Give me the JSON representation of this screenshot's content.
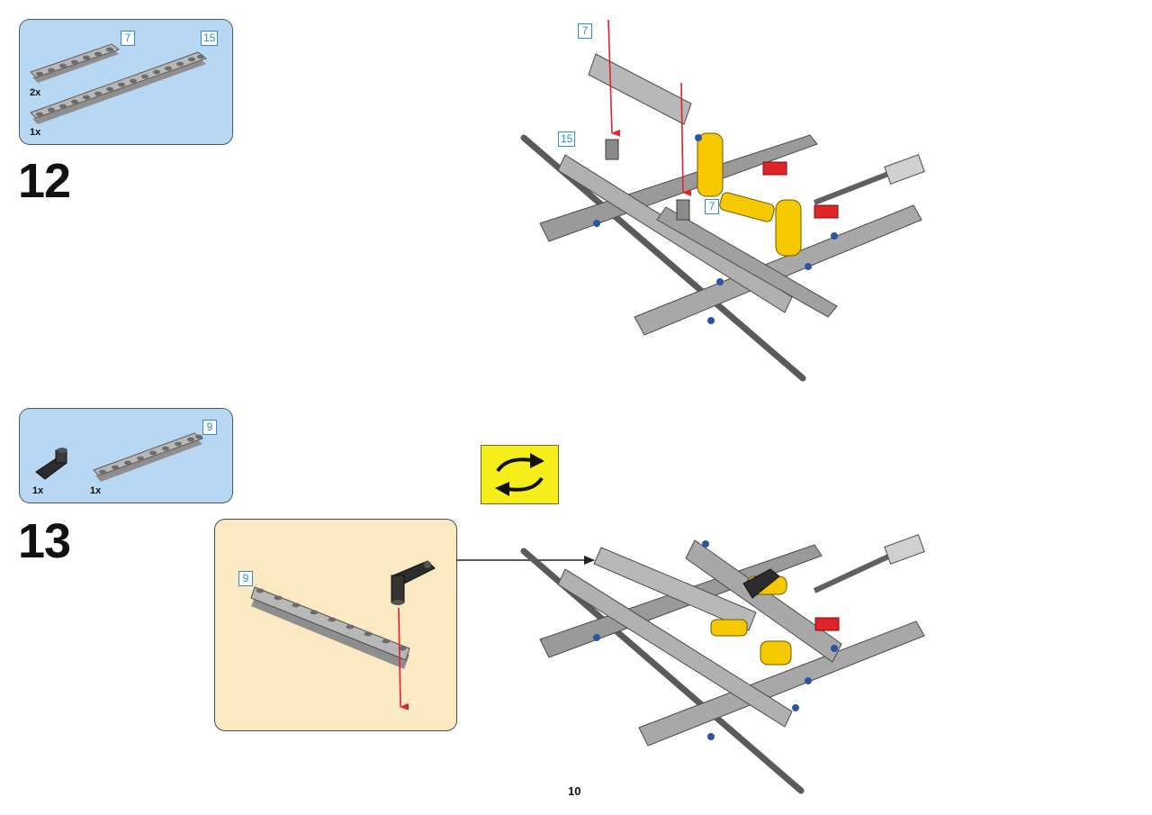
{
  "page": {
    "number": "10"
  },
  "steps": [
    {
      "number": "12",
      "parts": [
        {
          "length": "7",
          "quantity": "2x"
        },
        {
          "length": "15",
          "quantity": "1x"
        }
      ],
      "callouts": [
        "7",
        "15",
        "7"
      ]
    },
    {
      "number": "13",
      "parts": [
        {
          "quantity": "1x"
        },
        {
          "length": "9",
          "quantity": "1x"
        }
      ],
      "subassembly_callout": "9"
    }
  ],
  "icons": {
    "rotate": "rotate-model-icon"
  },
  "colors": {
    "parts_bg": "#b7d7f2",
    "sub_bg": "#fbe9c4",
    "rotate_bg": "#f6ee1a",
    "badge": "#2e8fc7",
    "arrow_red": "#e0242b",
    "beam_gray": "#a9a9a9",
    "yellow": "#f5c800"
  }
}
